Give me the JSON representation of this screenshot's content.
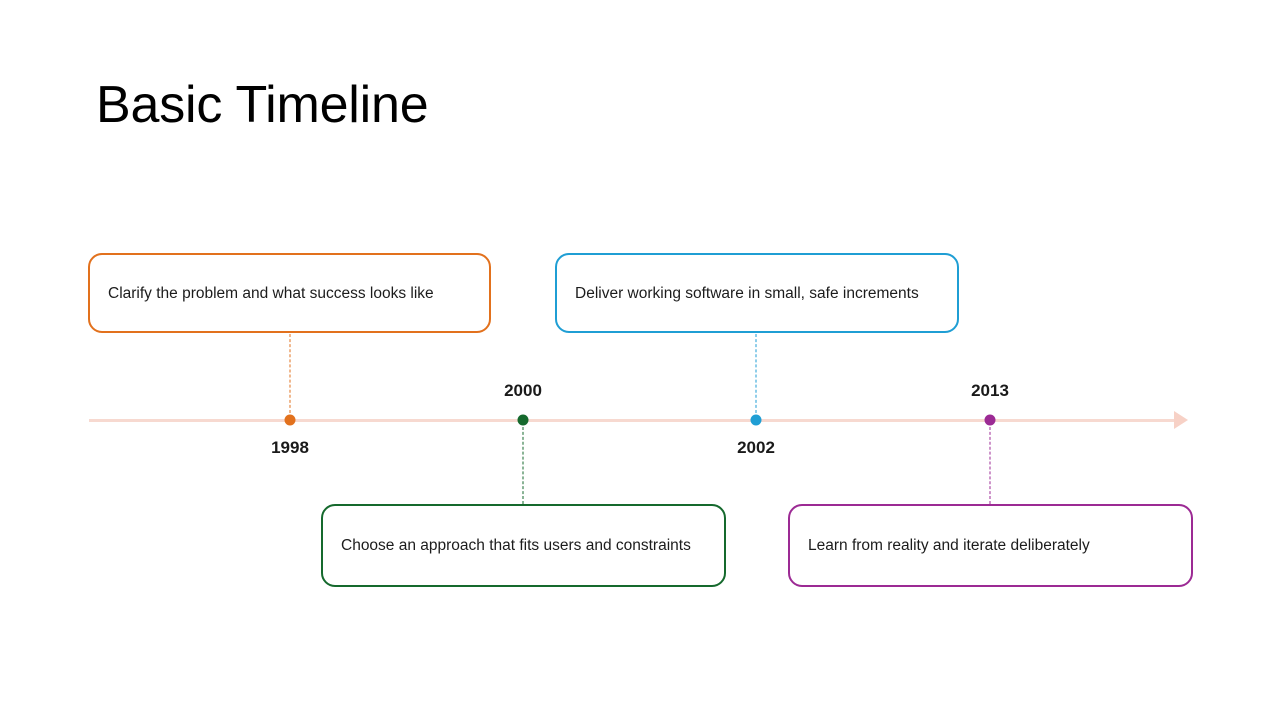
{
  "slide": {
    "title": "Basic Timeline",
    "background": "#ffffff"
  },
  "axis": {
    "color": "#f7d9d0",
    "arrow_color": "#f7d1c6",
    "arrow_icon": "arrow-right-icon"
  },
  "chart_data": {
    "type": "timeline",
    "title": "Basic Timeline",
    "events": [
      {
        "year": "1998",
        "label_position": "below",
        "card_position": "above",
        "text": "Clarify the problem and what success looks like",
        "color": "#e2711d",
        "dot_color": "#e2711d"
      },
      {
        "year": "2000",
        "label_position": "above",
        "card_position": "below",
        "text": "Choose an approach that fits users and constraints",
        "color": "#15692d",
        "dot_color": "#15692d"
      },
      {
        "year": "2002",
        "label_position": "below",
        "card_position": "above",
        "text": "Deliver working software in small, safe increments",
        "color": "#1f9ed4",
        "dot_color": "#1f9ed4"
      },
      {
        "year": "2013",
        "label_position": "above",
        "card_position": "below",
        "text": "Learn from reality and iterate deliberately",
        "color": "#9c2a94",
        "dot_color": "#9c2a94"
      }
    ]
  }
}
